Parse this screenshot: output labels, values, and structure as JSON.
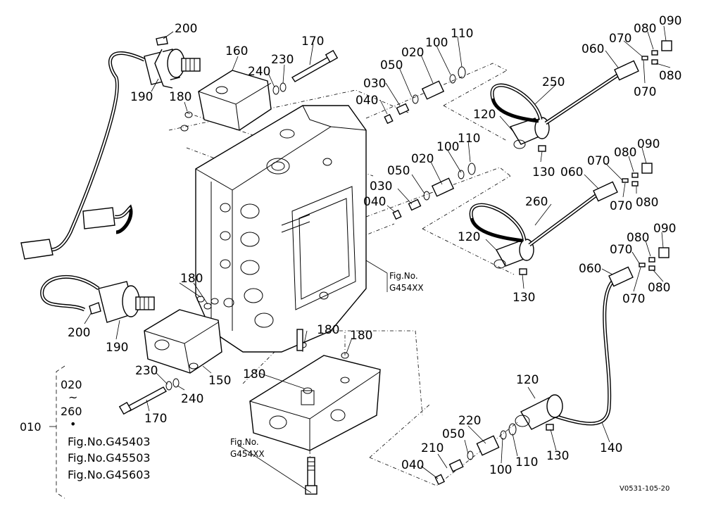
{
  "labels": {
    "l200a": "200",
    "l160": "160",
    "l170a": "170",
    "l230a": "230",
    "l240a": "240",
    "l190a": "190",
    "l180a": "180",
    "l110a": "110",
    "l100a": "100",
    "l020a": "020",
    "l050a": "050",
    "l030a": "030",
    "l040a": "040",
    "l090a": "090",
    "l080a": "080",
    "l070a": "070",
    "l060a": "060",
    "l080b": "080",
    "l070b": "070",
    "l250": "250",
    "l120a": "120",
    "l130a": "130",
    "l110b": "110",
    "l100b": "100",
    "l020b": "020",
    "l050b": "050",
    "l030b": "030",
    "l040b": "040",
    "l090b": "090",
    "l080c": "080",
    "l070c": "070",
    "l060b": "060",
    "l070d": "070",
    "l080d": "080",
    "l260": "260",
    "l120b": "120",
    "l130b": "130",
    "l090c": "090",
    "l080e": "080",
    "l070e": "070",
    "l060c": "060",
    "l080f": "080",
    "l070f": "070",
    "l180b": "180",
    "l200b": "200",
    "l190b": "190",
    "l180c": "180",
    "l180d": "180",
    "l180e": "180",
    "l230b": "230",
    "l240b": "240",
    "l150": "150",
    "l170b": "170",
    "l120c": "120",
    "l220": "220",
    "l050c": "050",
    "l210": "210",
    "l040c": "040",
    "l100c": "100",
    "l110c": "110",
    "l130c": "130",
    "l140": "140"
  },
  "figure_refs": {
    "ref1_title": "Fig.No.",
    "ref1_code": "G454XX",
    "ref2_title": "Fig.No.",
    "ref2_code": "G454XX"
  },
  "legend": {
    "assembly_number": "010",
    "range_start": "020",
    "range_sep": "~",
    "range_end": "260",
    "bullet": "•",
    "figs": [
      "Fig.No.G45403",
      "Fig.No.G45503",
      "Fig.No.G45603"
    ]
  },
  "drawing_code": "V0531-105-20"
}
